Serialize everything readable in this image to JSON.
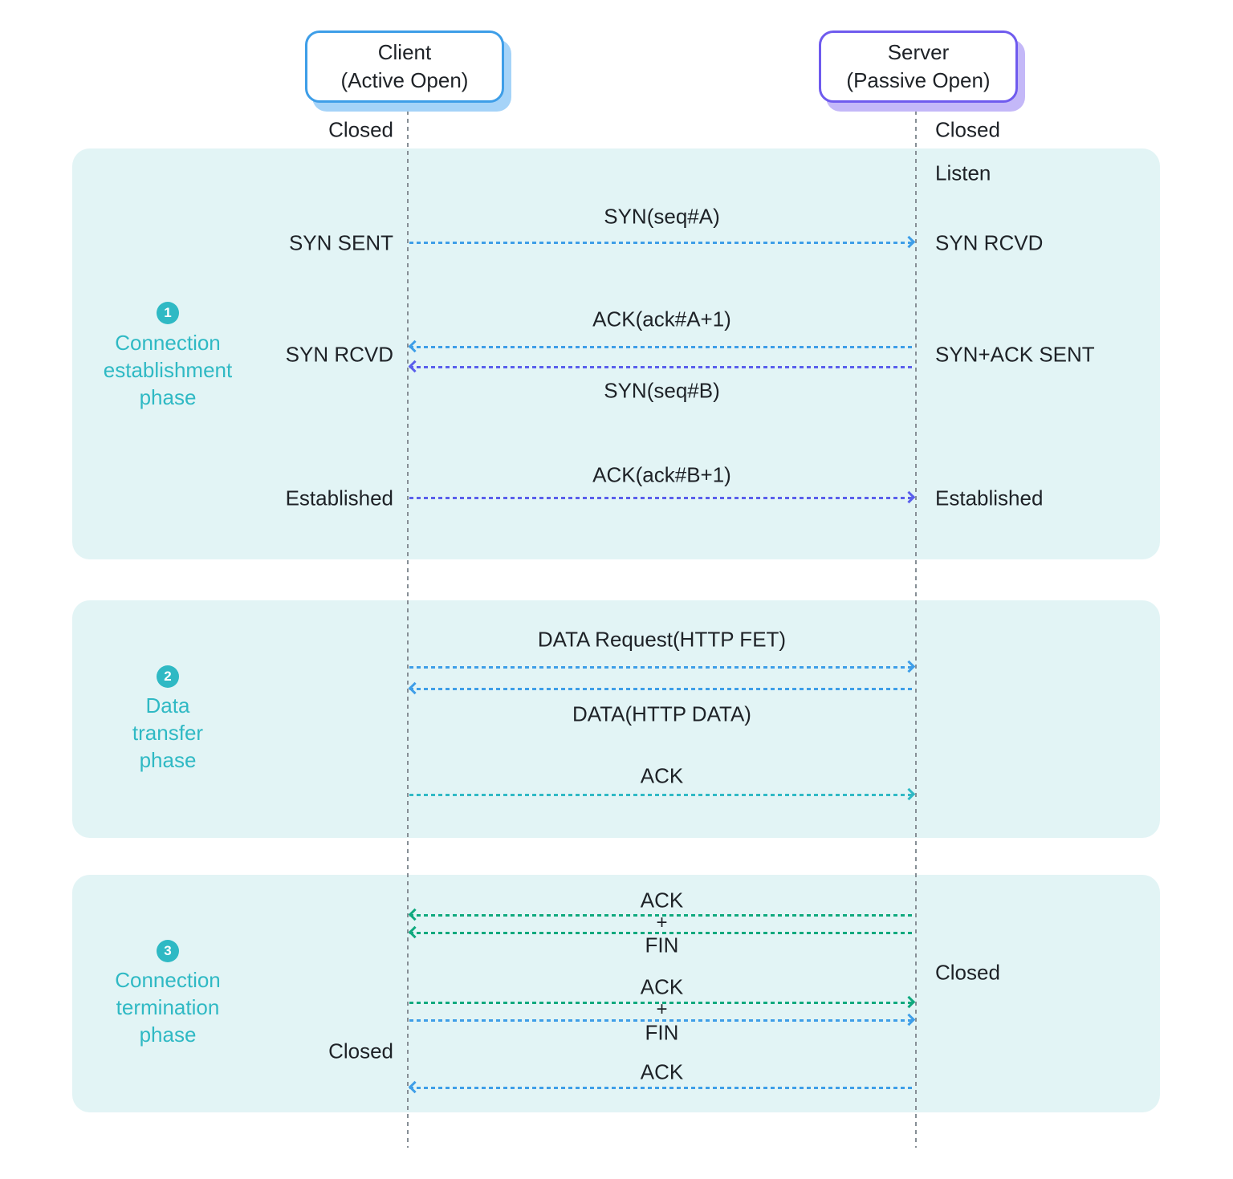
{
  "actors": {
    "client": {
      "title": "Client",
      "subtitle": "(Active Open)",
      "accent": "#3e9ee8",
      "shadow": "#a5d3f8"
    },
    "server": {
      "title": "Server",
      "subtitle": "(Passive Open)",
      "accent": "#6f5bee",
      "shadow": "#c4b8f8"
    }
  },
  "phases": [
    {
      "number": "1",
      "lines": [
        "Connection",
        "establishment",
        "phase"
      ]
    },
    {
      "number": "2",
      "lines": [
        "Data",
        "transfer",
        "phase"
      ]
    },
    {
      "number": "3",
      "lines": [
        "Connection",
        "termination",
        "phase"
      ]
    }
  ],
  "client_states": [
    {
      "label": "Closed"
    },
    {
      "label": "SYN SENT"
    },
    {
      "label": "SYN RCVD"
    },
    {
      "label": "Established"
    },
    {
      "label": "Closed"
    }
  ],
  "server_states": [
    {
      "label": "Closed"
    },
    {
      "label": "Listen"
    },
    {
      "label": "SYN RCVD"
    },
    {
      "label": "SYN+ACK SENT"
    },
    {
      "label": "Established"
    },
    {
      "label": "Closed"
    }
  ],
  "messages": [
    {
      "label": "SYN(seq#A)",
      "direction": "right",
      "color": "#3e9ee8"
    },
    {
      "label": "ACK(ack#A+1)",
      "direction": "left",
      "color": "#3e9ee8"
    },
    {
      "label": "SYN(seq#B)",
      "direction": "left",
      "color": "#5a5fec"
    },
    {
      "label": "ACK(ack#B+1)",
      "direction": "right",
      "color": "#5a5fec"
    },
    {
      "label": "DATA Request(HTTP FET)",
      "direction": "right",
      "color": "#3e9ee8"
    },
    {
      "label": "DATA(HTTP DATA)",
      "direction": "left",
      "color": "#3e9ee8"
    },
    {
      "label": "ACK",
      "direction": "right",
      "color": "#30b9c5"
    },
    {
      "label": "ACK",
      "plus": "+",
      "label2": "FIN",
      "direction": "left",
      "colors": [
        "#0fa97e",
        "#0fa97e"
      ]
    },
    {
      "label": "ACK",
      "plus": "+",
      "label2": "FIN",
      "direction": "right",
      "colors": [
        "#0fa97e",
        "#3e9ee8"
      ]
    },
    {
      "label": "ACK",
      "direction": "left",
      "color": "#3e9ee8"
    }
  ],
  "colors": {
    "panel_background": "#e2f4f5",
    "phase_accent": "#2fb9c4",
    "lifeline": "#878f96",
    "text": "#1e2227",
    "blue": "#3e9ee8",
    "purple": "#5a5fec",
    "teal": "#30b9c5",
    "green": "#0fa97e"
  }
}
